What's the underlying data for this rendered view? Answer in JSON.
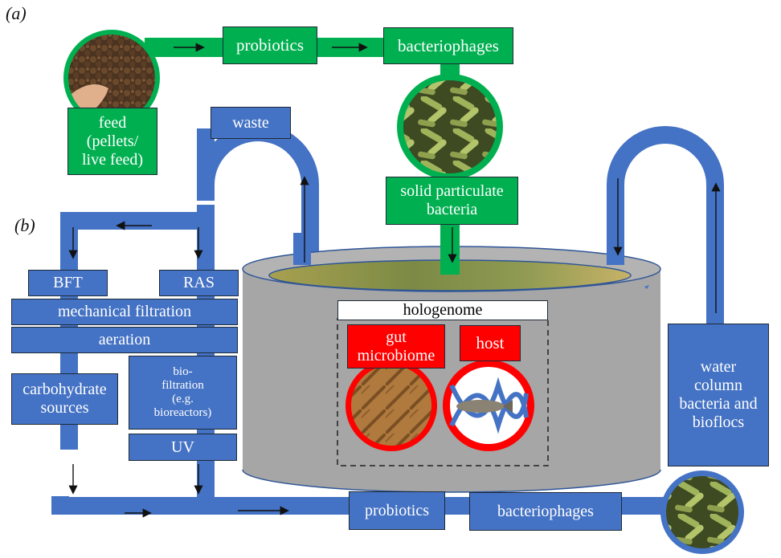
{
  "panels": {
    "a": "(a)",
    "b": "(b)"
  },
  "colors": {
    "green_pipe": "#00b050",
    "blue_pipe": "#4472c4",
    "red": "#ff0000",
    "tank_gray": "#a6a6a6"
  },
  "panel_a": {
    "feed": "feed (pellets/ live feed)",
    "feed_lines": [
      "feed",
      "(pellets/",
      "live feed)"
    ],
    "probiotics": "probiotics",
    "bacteriophages": "bacteriophages",
    "solid_bacteria_lines": [
      "solid particulate",
      "bacteria"
    ]
  },
  "panel_b": {
    "waste": "waste",
    "bft": "BFT",
    "ras": "RAS",
    "mechanical_filtration": "mechanical filtration",
    "aeration": "aeration",
    "carbohydrate_lines": [
      "carbohydrate",
      "sources"
    ],
    "biofiltration_lines": [
      "bio-",
      "filtration",
      "(e.g.",
      "bioreactors)"
    ],
    "uv": "UV",
    "probiotics": "probiotics",
    "bacteriophages": "bacteriophages",
    "water_column_lines": [
      "water",
      "column",
      "bacteria and",
      "bioflocs"
    ]
  },
  "hologenome": {
    "title": "hologenome",
    "gut_lines": [
      "gut",
      "microbiome"
    ],
    "host": "host"
  },
  "icons": [
    "feed-pellets-image",
    "bacteria-image",
    "gut-microbiome-image",
    "fish-dna-image",
    "flow-arrow"
  ]
}
